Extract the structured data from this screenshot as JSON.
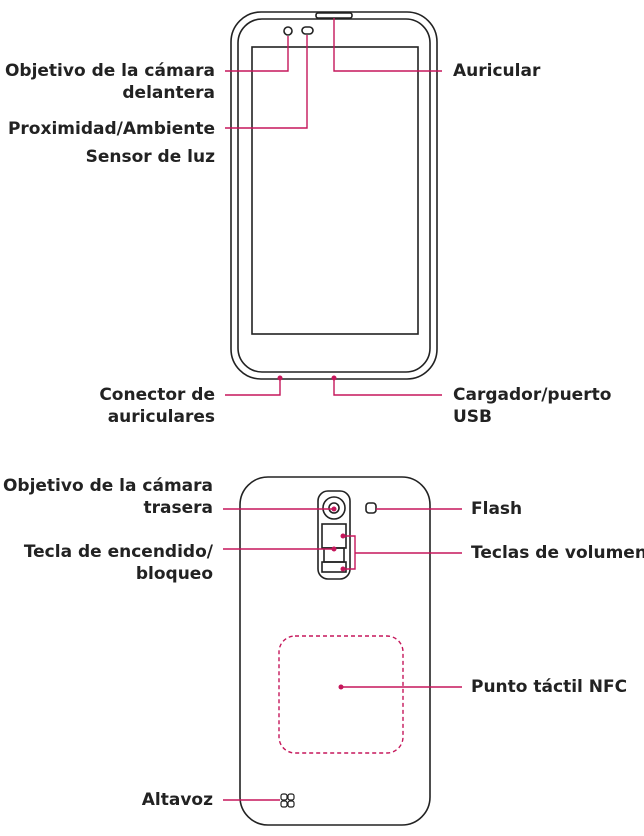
{
  "front_labels": {
    "front_camera": [
      "Objetivo de la cámara",
      "delantera"
    ],
    "proximity": "Proximidad/Ambiente",
    "light_sensor": "Sensor de luz",
    "earpiece": "Auricular",
    "headset_jack": [
      "Conector de",
      "auriculares"
    ],
    "usb_port": [
      "Cargador/puerto",
      "USB"
    ]
  },
  "back_labels": {
    "rear_camera": [
      "Objetivo de la cámara",
      "trasera"
    ],
    "power_lock": [
      "Tecla de encendido/",
      "bloqueo"
    ],
    "flash": "Flash",
    "volume_keys": "Teclas de volumen",
    "nfc": "Punto táctil NFC",
    "speaker": "Altavoz"
  },
  "colors": {
    "callout": "#c5175b",
    "outline": "#222222"
  }
}
